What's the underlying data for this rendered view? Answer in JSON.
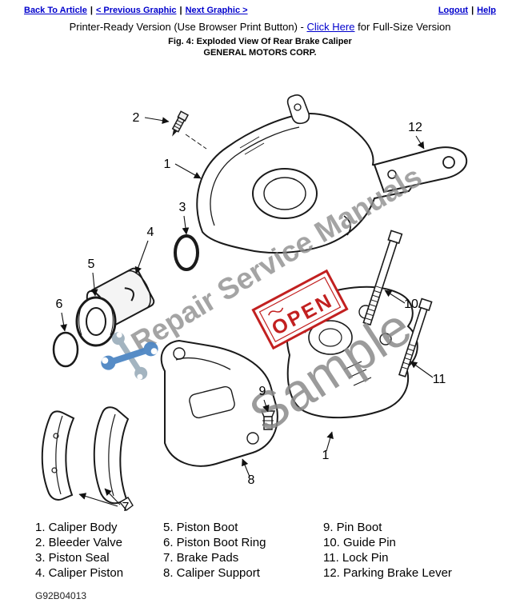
{
  "nav": {
    "back": "Back To Article",
    "prev": "< Previous Graphic",
    "next": "Next Graphic >",
    "logout": "Logout",
    "help": "Help",
    "sep": "|"
  },
  "header": {
    "printer_prefix": "Printer-Ready Version (Use Browser Print Button) -",
    "click_here": "Click Here",
    "printer_suffix": "for Full-Size Version",
    "figure_caption": "Fig. 4: Exploded View Of Rear Brake Caliper",
    "company": "GENERAL MOTORS CORP."
  },
  "diagram": {
    "watermark_text": "Repair Service Manuals",
    "watermark_sample": "Sample",
    "open_sign_text": "OPEN",
    "figure_id": "G92B04013",
    "callouts": {
      "c1": "1",
      "c1b": "1",
      "c2": "2",
      "c3": "3",
      "c4": "4",
      "c5": "5",
      "c6": "6",
      "c7": "7",
      "c8": "8",
      "c9": "9",
      "c10": "10",
      "c11": "11",
      "c12": "12"
    }
  },
  "legend": {
    "col1": [
      "1. Caliper Body",
      "2. Bleeder Valve",
      "3. Piston Seal",
      "4. Caliper Piston"
    ],
    "col2": [
      "5. Piston Boot",
      "6. Piston Boot Ring",
      "7. Brake Pads",
      "8. Caliper Support"
    ],
    "col3": [
      "9. Pin Boot",
      "10. Guide Pin",
      "11. Lock Pin",
      "12. Parking Brake Lever"
    ]
  },
  "colors": {
    "link_blue": "#0000cc",
    "open_sign_red": "#c22020",
    "watermark_gray": "#8e8e8e"
  }
}
